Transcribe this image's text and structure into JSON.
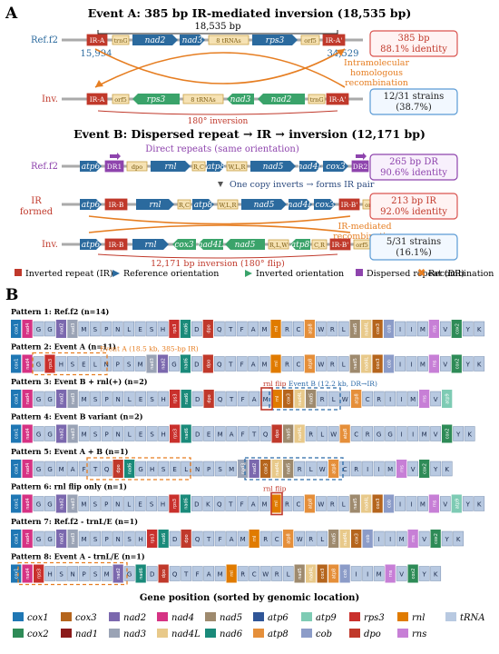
{
  "panel_a": {
    "label": "A",
    "event_a": {
      "title": "Event A: 385 bp IR-mediated inversion (18,535 bp)",
      "span_label": "18,535 bp",
      "ref_label": "Ref.f2",
      "inv_label": "Inv.",
      "pos_start": "15,994",
      "pos_end": "34,529",
      "ref_track": [
        "IR-A",
        "trnG",
        "nad2",
        "nad3",
        "8 tRNAs",
        "rps3",
        "orf5",
        "IR-A'"
      ],
      "inv_track": [
        "IR-A",
        "orf5",
        "rps3",
        "8 tRNAs",
        "nad3",
        "nad2",
        "trnG",
        "IR-A'"
      ],
      "recombination_label": [
        "Intramolecular",
        "homologous",
        "recombination"
      ],
      "inversion_label": "180° inversion",
      "ir_box": [
        "385 bp",
        "88.1% identity"
      ],
      "strains_box": [
        "12/31 strains",
        "(38.7%)"
      ]
    },
    "event_b": {
      "title": "Event B: Dispersed repeat → IR → inversion (12,171 bp)",
      "direct_repeats_label": "Direct repeats (same orientation)",
      "ref_label": "Ref.f2",
      "ir_formed_label": [
        "IR",
        "formed"
      ],
      "inv_label": "Inv.",
      "copy_inverts_label": "One copy inverts → forms IR pair",
      "ref_track": [
        "atp6",
        "DR1",
        "dpo",
        "rnl",
        "R,C",
        "atp8",
        "W,L,R",
        "nad5",
        "nad4L",
        "cox3",
        "DR2",
        "orf5"
      ],
      "ir_track": [
        "atp6",
        "IR-B",
        "rnl",
        "R,C",
        "atp8",
        "W,L,R",
        "nad5",
        "nad4L",
        "cox3",
        "IR-B'",
        "orf5"
      ],
      "inv_track": [
        "atp6",
        "IR-B",
        "rnl",
        "cox3",
        "nad4L",
        "nad5",
        "R,L,W",
        "atp8",
        "C,R",
        "IR-B'",
        "orf5"
      ],
      "dr_box": [
        "265 bp DR",
        "90.6% identity"
      ],
      "ir_box": [
        "213 bp IR",
        "92.0% identity"
      ],
      "recombination_label": [
        "IR-mediated",
        "recombination"
      ],
      "strains_box": [
        "5/31 strains",
        "(16.1%)"
      ],
      "inversion_label": "12,171 bp inversion (180° flip)"
    },
    "legend": [
      "Inverted repeat (IR)",
      "Reference orientation",
      "Inverted orientation",
      "Dispersed repeat (DR)",
      "Recombination"
    ]
  },
  "panel_b": {
    "label": "B",
    "patterns": [
      {
        "title": "Pattern 1: Ref.f2 (n=14)",
        "genes": [
          "cox1",
          "nad4",
          "G",
          "G",
          "nad2",
          "nad3",
          "M",
          "S",
          "P",
          "N",
          "L",
          "E",
          "S",
          "H",
          "rps3",
          "nad6",
          "D",
          "dpo",
          "Q",
          "T",
          "F",
          "A",
          "M",
          "rnl",
          "R",
          "C",
          "atp8",
          "W",
          "R",
          "L",
          "nad5",
          "nad4L",
          "cox3",
          "cob",
          "I",
          "I",
          "M",
          "rns",
          "V",
          "cox2",
          "Y",
          "K"
        ]
      },
      {
        "title": "Pattern 2: Event A (n=11)",
        "genes": [
          "cox1",
          "nad4",
          "G",
          "rps3",
          "H",
          "S",
          "E",
          "L",
          "N",
          "P",
          "S",
          "M",
          "nad3",
          "nad2",
          "G",
          "nad6",
          "D",
          "dpo",
          "Q",
          "T",
          "F",
          "A",
          "M",
          "rnl",
          "R",
          "C",
          "atp8",
          "W",
          "R",
          "L",
          "nad5",
          "nad4L",
          "cox3",
          "cob",
          "I",
          "I",
          "M",
          "rns",
          "V",
          "cox2",
          "Y",
          "K"
        ],
        "annotation": "Event A (18.5 kb, 385-bp IR)"
      },
      {
        "title": "Pattern 3: Event B + rnl(+) (n=2)",
        "genes": [
          "cox1",
          "nad4",
          "G",
          "G",
          "nad2",
          "nad3",
          "M",
          "S",
          "P",
          "N",
          "L",
          "E",
          "S",
          "H",
          "rps3",
          "nad6",
          "D",
          "dpo",
          "Q",
          "T",
          "F",
          "A",
          "M",
          "rnl",
          "cox3",
          "nad4L",
          "nad5",
          "R",
          "L",
          "W",
          "atp8",
          "C",
          "R",
          "I",
          "I",
          "M",
          "rns",
          "V",
          "atp9"
        ],
        "annotation": "rnl flip",
        "annotation2": "Event B (12.2 kb, DR→IR)"
      },
      {
        "title": "Pattern 4: Event B variant (n=2)",
        "genes": [
          "cox1",
          "nad4",
          "G",
          "G",
          "nad2",
          "nad3",
          "M",
          "S",
          "P",
          "N",
          "L",
          "E",
          "S",
          "H",
          "rps3",
          "nad6",
          "D",
          "E",
          "M",
          "A",
          "F",
          "T",
          "Q",
          "dpo",
          "nad5",
          "nad4L",
          "R",
          "L",
          "W",
          "atp8",
          "C",
          "R",
          "G",
          "G",
          "I",
          "I",
          "M",
          "V",
          "cox2",
          "Y",
          "K"
        ]
      },
      {
        "title": "Pattern 5: Event A + B (n=1)",
        "genes": [
          "cox1",
          "nad4",
          "G",
          "G",
          "M",
          "A",
          "F",
          "T",
          "Q",
          "dpo",
          "nad6",
          "G",
          "H",
          "S",
          "E",
          "L",
          "N",
          "P",
          "S",
          "M",
          "nad3",
          "nad2",
          "cox3",
          "nad4L",
          "nad5",
          "R",
          "L",
          "W",
          "atp8",
          "C",
          "R",
          "I",
          "I",
          "M",
          "rns",
          "V",
          "cox2",
          "Y",
          "K"
        ]
      },
      {
        "title": "Pattern 6: rnl flip only (n=1)",
        "genes": [
          "cox1",
          "nad4",
          "G",
          "G",
          "nad2",
          "nad3",
          "M",
          "S",
          "P",
          "N",
          "L",
          "E",
          "S",
          "H",
          "rps3",
          "nad6",
          "D",
          "K",
          "Q",
          "T",
          "F",
          "A",
          "M",
          "rnl",
          "R",
          "C",
          "atp8",
          "W",
          "R",
          "L",
          "nad5",
          "nad4L",
          "cox3",
          "cob",
          "I",
          "I",
          "M",
          "rns",
          "V",
          "atp9",
          "Y",
          "K"
        ],
        "annotation": "rnl flip"
      },
      {
        "title": "Pattern 7: Ref.f2 - trnL/E (n=1)",
        "genes": [
          "cox1",
          "nad4",
          "G",
          "G",
          "nad2",
          "nad3",
          "M",
          "S",
          "P",
          "N",
          "S",
          "H",
          "rps3",
          "nad6",
          "D",
          "dpo",
          "Q",
          "T",
          "F",
          "A",
          "M",
          "rnl",
          "R",
          "C",
          "atp8",
          "W",
          "R",
          "L",
          "nad5",
          "nad4L",
          "cox3",
          "cob",
          "I",
          "I",
          "M",
          "rns",
          "V",
          "cox2",
          "Y",
          "K"
        ]
      },
      {
        "title": "Pattern 8: Event A - trnL/E (n=1)",
        "genes": [
          "cox1",
          "nad4",
          "rps3",
          "H",
          "S",
          "N",
          "P",
          "S",
          "M",
          "nad2",
          "G",
          "nad6",
          "D",
          "dpo",
          "Q",
          "T",
          "F",
          "A",
          "M",
          "rnl",
          "R",
          "C",
          "W",
          "R",
          "L",
          "nad5",
          "nad4L",
          "cox3",
          "atp8",
          "cob",
          "I",
          "I",
          "M",
          "rns",
          "V",
          "cox2",
          "Y",
          "K"
        ]
      }
    ],
    "xaxis_label": "Gene position (sorted by genomic location)",
    "legend": [
      "cox1",
      "cox3",
      "nad2",
      "nad4",
      "nad5",
      "atp6",
      "atp9",
      "rps3",
      "rnl",
      "tRNA",
      "cox2",
      "nad1",
      "nad3",
      "nad4L",
      "nad6",
      "atp8",
      "cob",
      "dpo",
      "rns"
    ]
  },
  "colors": {
    "cox1": "#1f77b4",
    "cox2": "#2e8b57",
    "cox3": "#b5651d",
    "nad1": "#8b1a1a",
    "nad2": "#7b68ae",
    "nad3": "#9aa3b5",
    "nad4": "#d63384",
    "nad4L": "#e8c98a",
    "nad5": "#9e8a6e",
    "nad6": "#1a8a7a",
    "atp6": "#2f5597",
    "atp8": "#e58f3a",
    "atp9": "#7ecbb4",
    "cob": "#8c9cc8",
    "rps3": "#c9302c",
    "dpo": "#c0392b",
    "rnl": "#e07b00",
    "rns": "#c77fd6",
    "tRNA": "#b8c9e1",
    "ir": "#c0392b",
    "dr": "#8e44ad",
    "ref_gene": "#2b6a9e",
    "inv_gene": "#3aa36a",
    "arc": "#e67e22",
    "box_ir": "#d9534f",
    "box_strain": "#5b9bd5"
  }
}
